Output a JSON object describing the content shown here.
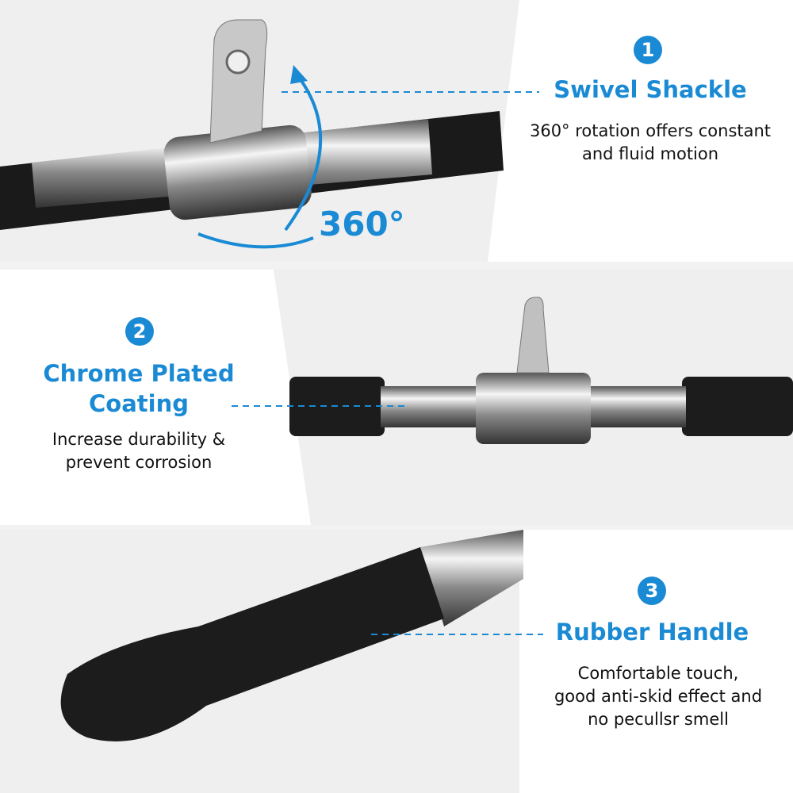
{
  "accent_color": "#1a8ad4",
  "features": [
    {
      "number": "1",
      "title": "Swivel Shackle",
      "description_lines": [
        "360° rotation offers constant",
        "and fluid motion"
      ]
    },
    {
      "number": "2",
      "title_lines": [
        "Chrome Plated",
        "Coating"
      ],
      "description_lines": [
        "Increase durability &",
        "prevent corrosion"
      ]
    },
    {
      "number": "3",
      "title": "Rubber Handle",
      "description_lines": [
        "Comfortable touch,",
        "good anti-skid effect and",
        "no pecullsr smell"
      ]
    }
  ],
  "rotation_label": "360°"
}
